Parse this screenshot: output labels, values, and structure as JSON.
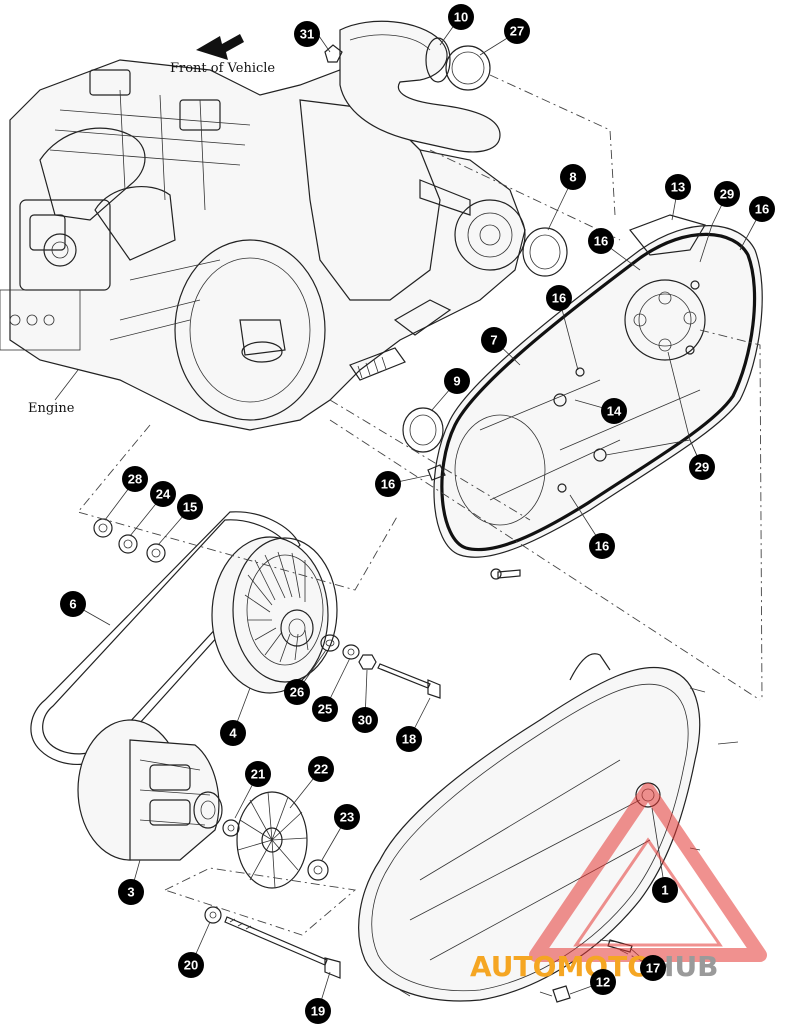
{
  "labels": {
    "front_of_vehicle": "Front of Vehicle",
    "engine": "Engine"
  },
  "watermark": {
    "part1": "AUTOMOTO",
    "part2": "HUB",
    "color_orange": "#f5a623",
    "color_grey": "#9a9a9a",
    "triangle_color": "#e53935"
  },
  "callouts": [
    "31",
    "10",
    "27",
    "8",
    "13",
    "29",
    "16",
    "16",
    "16",
    "7",
    "9",
    "14",
    "16",
    "29",
    "16",
    "28",
    "24",
    "15",
    "6",
    "26",
    "25",
    "30",
    "18",
    "4",
    "21",
    "22",
    "23",
    "3",
    "20",
    "19",
    "1",
    "17",
    "12"
  ]
}
